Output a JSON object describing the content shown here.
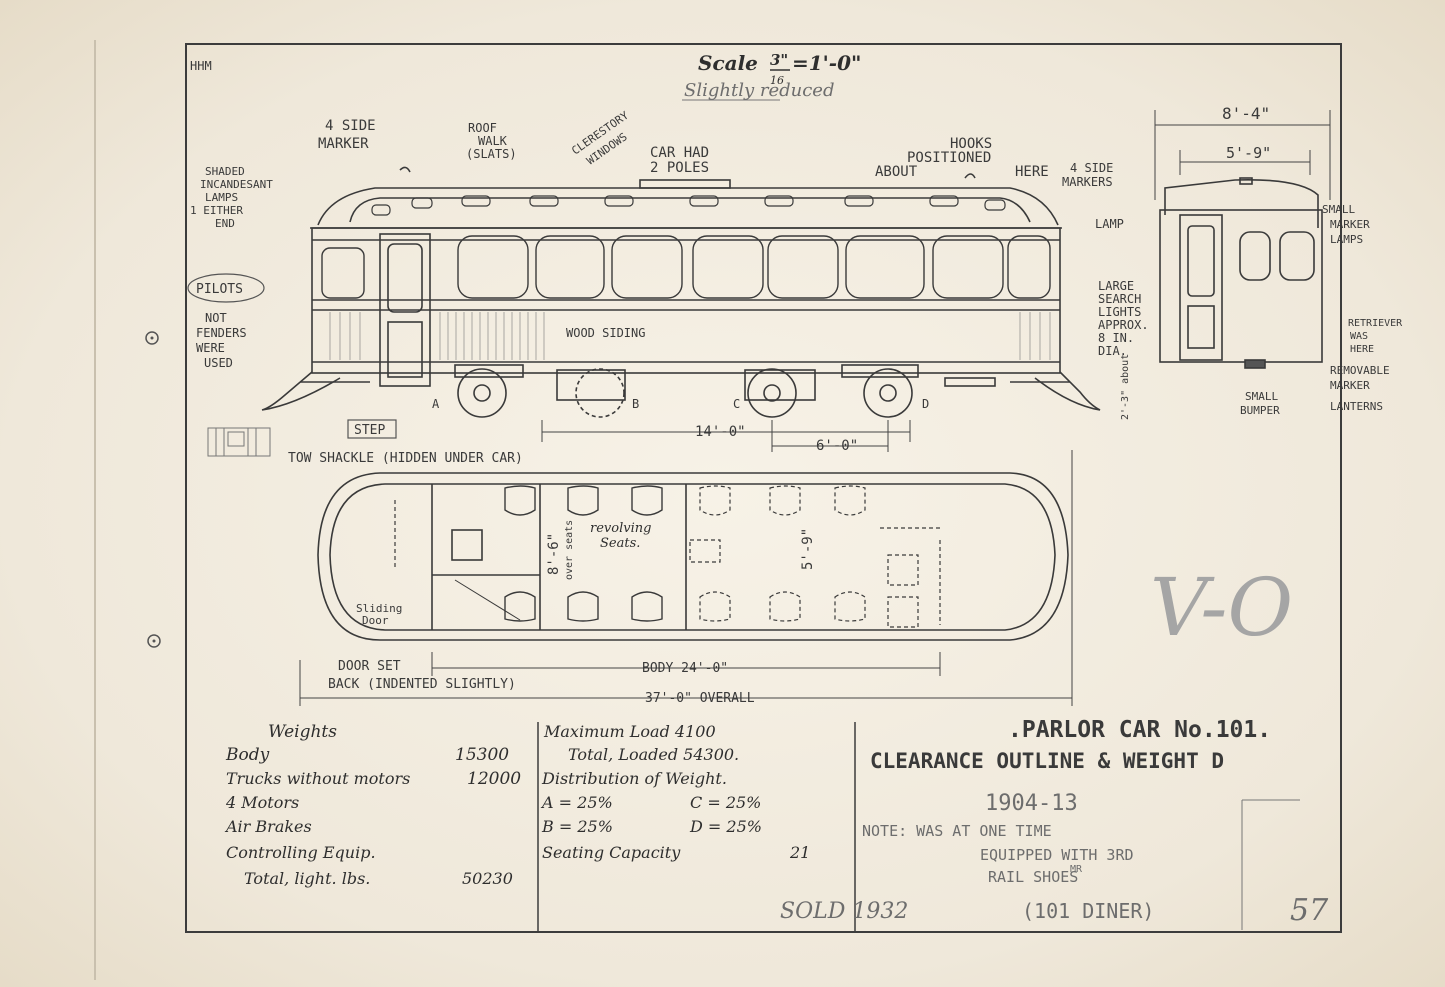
{
  "corner_mark": "HHM",
  "scale": {
    "prefix": "Scale",
    "num": "3\"",
    "den": "16",
    "rest": "=1'-0\"",
    "note": "Slightly reduced"
  },
  "side_labels": {
    "side_marker": [
      "4 SIDE",
      "MARKER"
    ],
    "roof_walk": [
      "ROOF",
      "WALK",
      "(SLATS)"
    ],
    "clerestory": [
      "CLERESTORY",
      "WINDOWS"
    ],
    "poles": [
      "CAR HAD",
      "2 POLES"
    ],
    "hooks": [
      "HOOKS",
      "POSITIONED",
      "ABOUT",
      "HERE"
    ],
    "side_markers_right": [
      "4 SIDE",
      "MARKERS"
    ],
    "lamp": "LAMP",
    "shaded_lamps": [
      "SHADED",
      "INCANDESANT",
      "LAMPS",
      "1 EITHER",
      "END"
    ],
    "pilots": "PILOTS",
    "not_fenders": [
      "NOT",
      "FENDERS",
      "WERE",
      "USED"
    ],
    "searchlights": [
      "LARGE",
      "SEARCH",
      "LIGHTS",
      "APPROX.",
      "8 IN.",
      "DIA."
    ],
    "wood_siding": "WOOD SIDING",
    "truck_a": "A",
    "truck_b": "B",
    "truck_c": "C",
    "truck_d": "D",
    "step": "STEP",
    "tow_shackle": "TOW SHACKLE (HIDDEN UNDER CAR)",
    "dim_14": "14'-0\"",
    "dim_6": "6'-0\"",
    "dim_height": "2'-3\" about"
  },
  "end_view": {
    "width_outer": "8'-4\"",
    "width_inner": "5'-9\"",
    "small_marker": [
      "SMALL",
      "MARKER",
      "LAMPS"
    ],
    "retriever": [
      "RETRIEVER",
      "WAS",
      "HERE"
    ],
    "removable": [
      "REMOVABLE",
      "MARKER",
      "LANTERNS"
    ],
    "bumper": [
      "SMALL",
      "BUMPER"
    ]
  },
  "plan": {
    "revolving": [
      "revolving",
      "Seats."
    ],
    "dim_8": "8'-6\"",
    "over_seat": "over seats",
    "dim_5": "5'-9\"",
    "sliding_door": [
      "Sliding",
      "Door"
    ],
    "door_set_back": "DOOR SET",
    "indented": "BACK (INDENTED SLIGHTLY)",
    "body": "BODY 24'-0\"",
    "overall": "37'-0\" OVERALL"
  },
  "weights": {
    "title": "Weights",
    "rows": [
      {
        "label": "Body",
        "value": "15300"
      },
      {
        "label": "Trucks without motors",
        "value": "12000"
      },
      {
        "label": "4 Motors",
        "value": ""
      },
      {
        "label": "Air Brakes",
        "value": ""
      },
      {
        "label": "Controlling Equip.",
        "value": ""
      },
      {
        "label": "Total, light. lbs.",
        "value": "50230"
      }
    ]
  },
  "loads": {
    "max_load": "Maximum Load 4100",
    "total_loaded": "Total, Loaded 54300.",
    "distribution": "Distribution of Weight.",
    "a": "A = 25%",
    "c": "C = 25%",
    "b": "B = 25%",
    "d": "D = 25%",
    "seating": "Seating Capacity",
    "seating_value": "21"
  },
  "title_block": {
    "title": ".PARLOR CAR No.101.",
    "subtitle": "CLEARANCE OUTLINE & WEIGHT D",
    "years": "1904-13",
    "note1": "NOTE: WAS AT ONE TIME",
    "note2": "EQUIPPED WITH 3RD",
    "note3": "RAIL SHOES",
    "note_mr": "MR",
    "sold": "SOLD 1932",
    "diner": "(101 DINER)",
    "page_no": "57",
    "stamp": "V-O"
  },
  "colors": {
    "paper": "#f2ece0",
    "ink": "#3a3a3a",
    "pencil": "#6d6d6d"
  }
}
